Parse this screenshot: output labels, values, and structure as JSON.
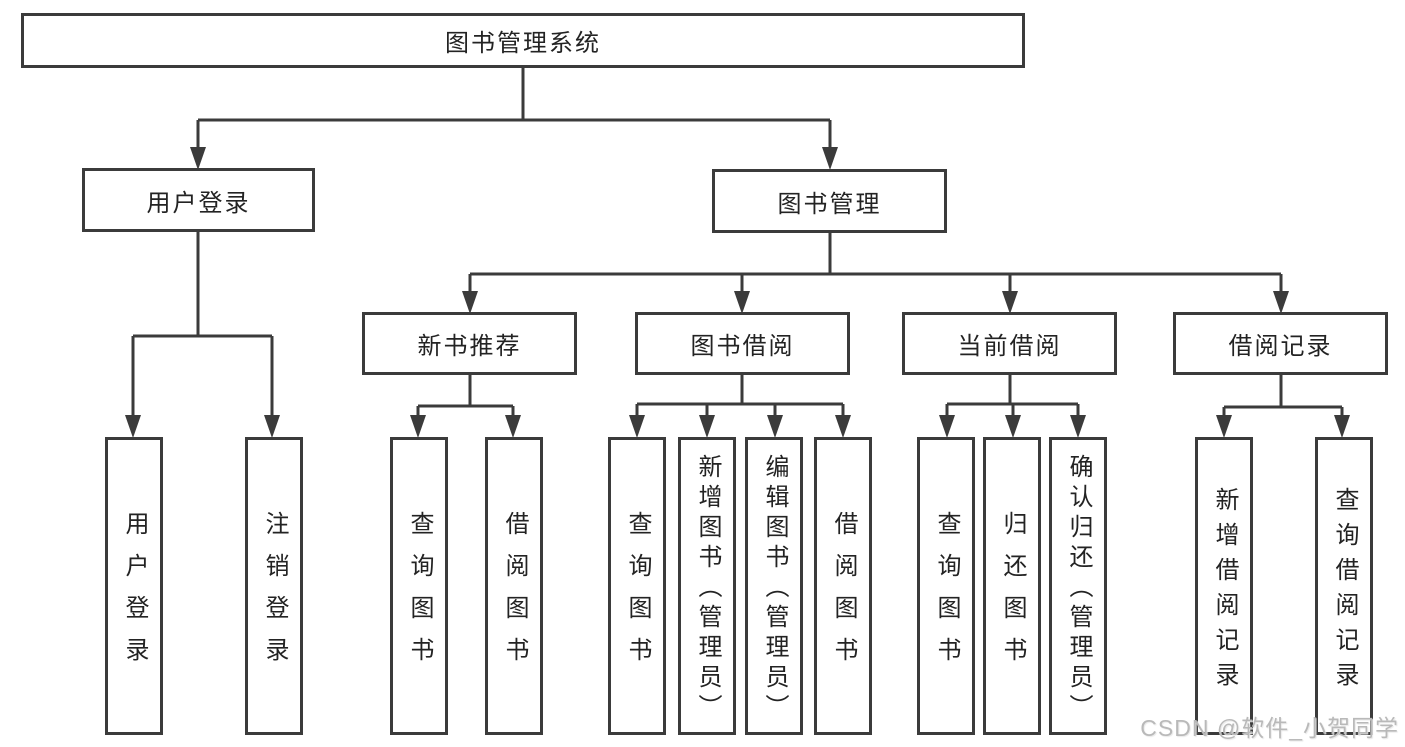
{
  "diagram": {
    "title_node": "图书管理系统",
    "colors": {
      "line": "#3b3b3b",
      "border": "#3b3b3b",
      "text": "#232323",
      "background": "#ffffff",
      "watermark": "#b9b9b9"
    },
    "tree": {
      "root": {
        "label": "图书管理系统"
      },
      "branches": [
        {
          "label": "用户登录",
          "children": [
            {
              "label": "用户登录"
            },
            {
              "label": "注销登录"
            }
          ]
        },
        {
          "label": "图书管理",
          "children": [
            {
              "label": "新书推荐",
              "children": [
                {
                  "label": "查询图书"
                },
                {
                  "label": "借阅图书"
                }
              ]
            },
            {
              "label": "图书借阅",
              "children": [
                {
                  "label": "查询图书"
                },
                {
                  "label": "新增图书（管理员）"
                },
                {
                  "label": "编辑图书（管理员）"
                },
                {
                  "label": "借阅图书"
                }
              ]
            },
            {
              "label": "当前借阅",
              "children": [
                {
                  "label": "查询图书"
                },
                {
                  "label": "归还图书"
                },
                {
                  "label": "确认归还（管理员）"
                }
              ]
            },
            {
              "label": "借阅记录",
              "children": [
                {
                  "label": "新增借阅记录"
                },
                {
                  "label": "查询借阅记录"
                }
              ]
            }
          ]
        }
      ]
    }
  },
  "watermark": {
    "text": "CSDN @软件_小贺同学"
  }
}
